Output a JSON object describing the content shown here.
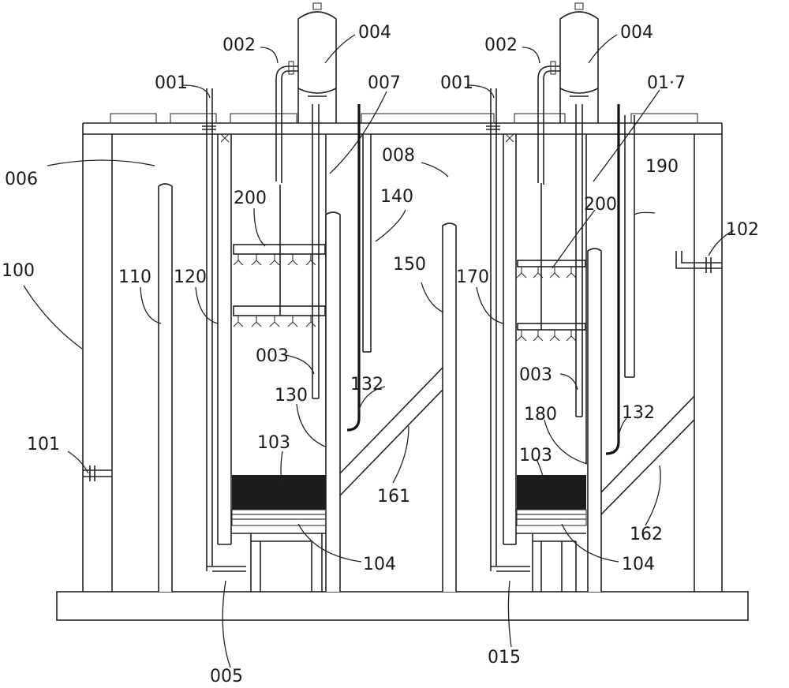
{
  "labels": {
    "l001a": "001",
    "l001b": "001",
    "l002a": "002",
    "l002b": "002",
    "l003a": "003",
    "l003b": "003",
    "l004a": "004",
    "l004b": "004",
    "l005": "005",
    "l006": "006",
    "l007": "007",
    "l008": "008",
    "l015": "015",
    "l017": "01·7",
    "l100": "100",
    "l101": "101",
    "l102": "102",
    "l103a": "103",
    "l103b": "103",
    "l104a": "104",
    "l104b": "104",
    "l110": "110",
    "l120": "120",
    "l130": "130",
    "l132a": "132",
    "l132b": "132",
    "l140": "140",
    "l150": "150",
    "l161": "161",
    "l162": "162",
    "l170": "170",
    "l180": "180",
    "l190": "190",
    "l200a": "200",
    "l200b": "200"
  },
  "colors": {
    "line": "#222222",
    "media": "#1d1d1d",
    "background": "#ffffff"
  }
}
